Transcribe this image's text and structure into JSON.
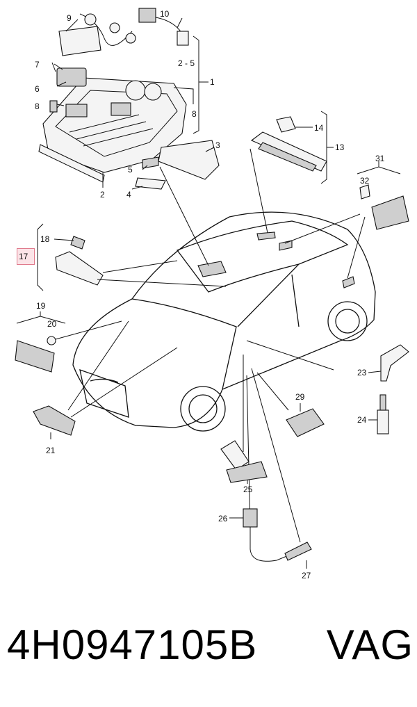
{
  "diagram": {
    "labels": {
      "l1": "1",
      "l2": "2",
      "l3": "3",
      "l4": "4",
      "l5": "5",
      "l6": "6",
      "l7": "7",
      "l8": "8",
      "l9": "9",
      "l10": "10",
      "l2to5": "2 - 5",
      "l8b": "8",
      "l13": "13",
      "l14": "14",
      "l17": "17",
      "l18": "18",
      "l19": "19",
      "l20": "20",
      "l21": "21",
      "l23": "23",
      "l24": "24",
      "l25": "25",
      "l26": "26",
      "l27": "27",
      "l29": "29",
      "l31": "31",
      "l32": "32"
    },
    "highlight_color": "#fbe3e7"
  },
  "footer": {
    "part_number": "4H0947105B",
    "brand": "VAG"
  }
}
